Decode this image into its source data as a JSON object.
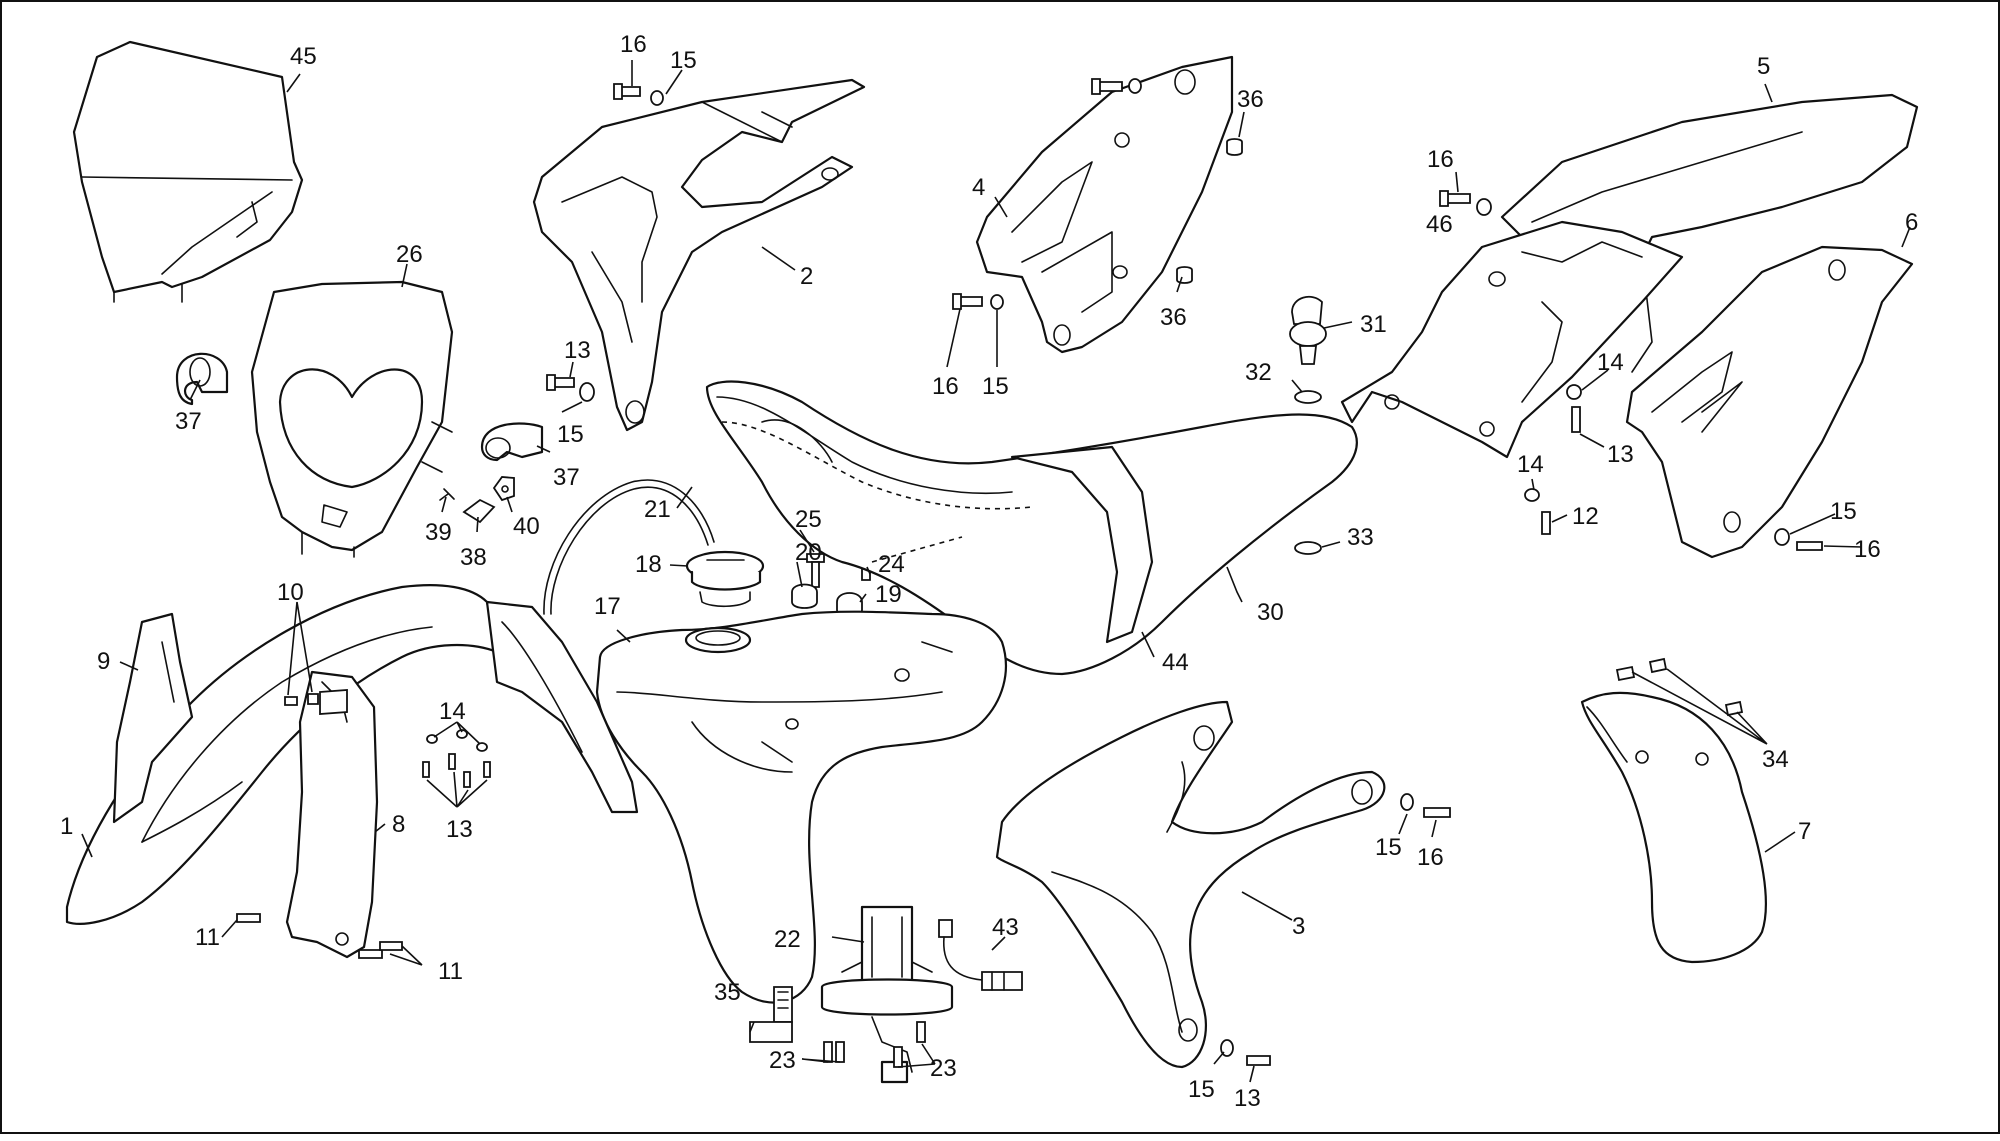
{
  "diagram": {
    "labels": {
      "p45": "45",
      "p16a": "16",
      "p15a": "15",
      "p2": "2",
      "p4": "4",
      "p36a": "36",
      "p36b": "36",
      "p16b": "16",
      "p15b": "15",
      "p5": "5",
      "p16c": "16",
      "p46": "46",
      "p6": "6",
      "p26": "26",
      "p37a": "37",
      "p13a": "13",
      "p15c": "15",
      "p37b": "37",
      "p39": "39",
      "p38": "38",
      "p40": "40",
      "p31": "31",
      "p32": "32",
      "p14a": "14",
      "p13b": "13",
      "p14b": "14",
      "p12": "12",
      "p15d": "15",
      "p16d": "16",
      "p21": "21",
      "p25": "25",
      "p20": "20",
      "p24": "24",
      "p18": "18",
      "p19": "19",
      "p33": "33",
      "p30": "30",
      "p44": "44",
      "p17": "17",
      "p10": "10",
      "p9": "9",
      "p14c": "14",
      "p13c": "13",
      "p8": "8",
      "p1": "1",
      "p11a": "11",
      "p11b": "11",
      "p3": "3",
      "p15e": "15",
      "p16e": "16",
      "p34": "34",
      "p7": "7",
      "p22": "22",
      "p43": "43",
      "p35": "35",
      "p23a": "23",
      "p23b": "23",
      "p15f": "15",
      "p13d": "13"
    }
  }
}
